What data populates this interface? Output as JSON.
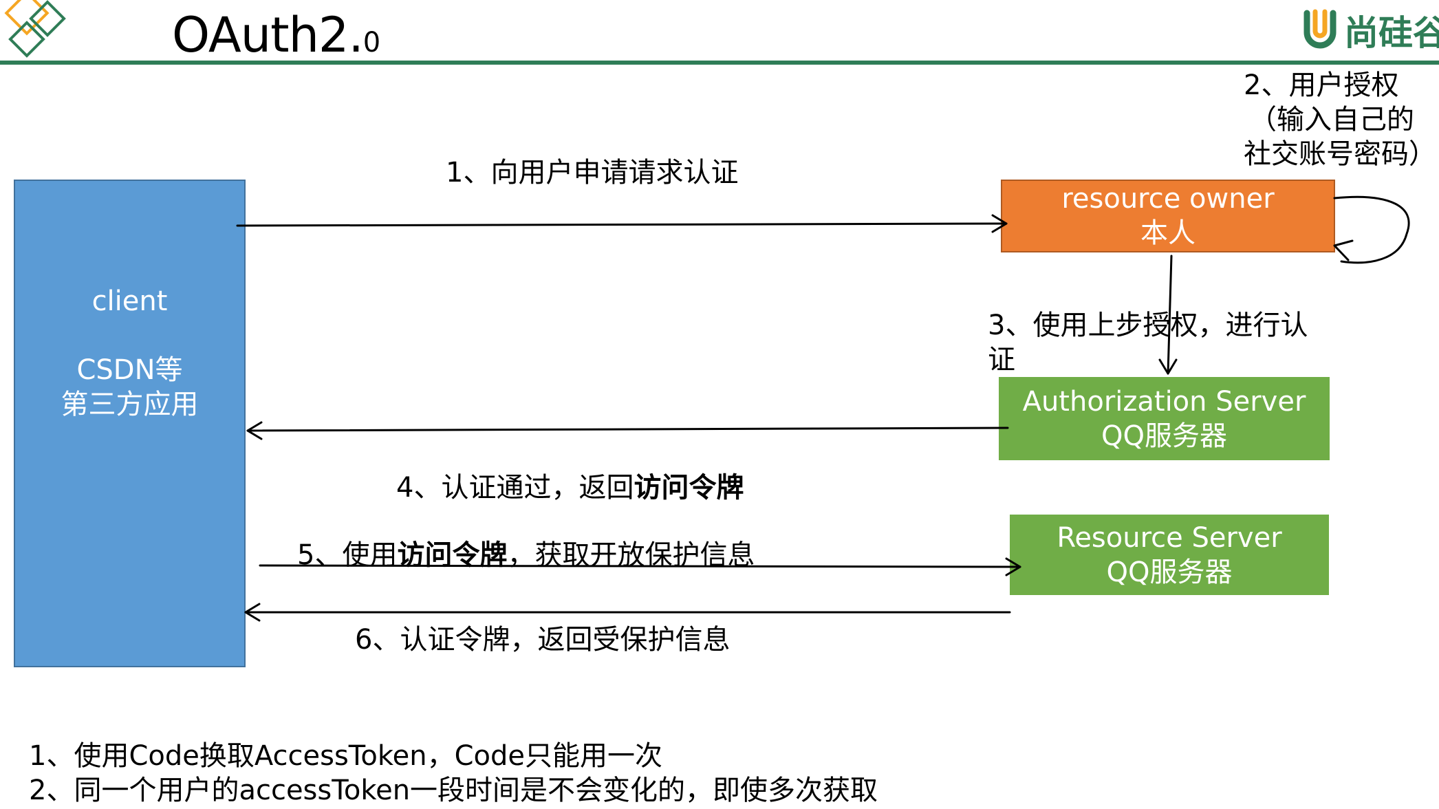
{
  "header": {
    "title_main": "OAuth2.",
    "title_sub": "0",
    "brand": "尚硅谷"
  },
  "diagram": {
    "client": {
      "line1": "client",
      "line2": "CSDN等",
      "line3": "第三方应用"
    },
    "resource_owner": {
      "line1": "resource owner",
      "line2": "本人"
    },
    "authorization_server": {
      "line1": "Authorization Server",
      "line2": "QQ服务器"
    },
    "resource_server": {
      "line1": "Resource Server",
      "line2": "QQ服务器"
    },
    "steps": {
      "s1": "1、向用户申请请求认证",
      "s2_line1": "2、用户授权",
      "s2_line2": "（输入自己的",
      "s2_line3": "社交账号密码）",
      "s3_line1": "3、使用上步授权，进行认",
      "s3_line2": "证",
      "s4_pre": "4、认证通过，返回",
      "s4_bold": "访问令牌",
      "s5_pre": "5、使用",
      "s5_bold": "访问令牌",
      "s5_post": "，获取开放保护信息",
      "s6": "6、认证令牌，返回受保护信息"
    }
  },
  "notes": [
    "1、使用Code换取AccessToken，Code只能用一次",
    "2、同一个用户的accessToken一段时间是不会变化的，即使多次获取"
  ],
  "colors": {
    "client": "#5b9bd5",
    "owner": "#ed7d31",
    "server": "#70ad47",
    "accent": "#2f7d57",
    "logo_orange": "#f5a623"
  }
}
